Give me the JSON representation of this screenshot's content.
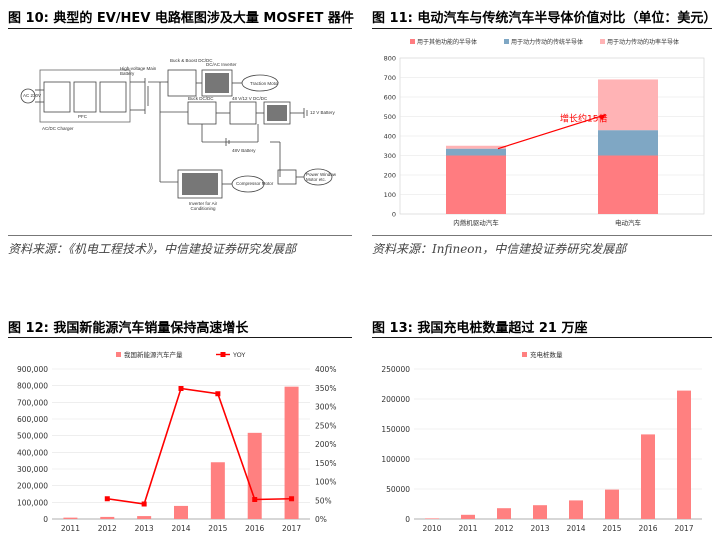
{
  "panels": [
    {
      "title": "图 10: 典型的 EV/HEV 电路框图涉及大量 MOSFET 器件",
      "source": "资料来源：《机电工程技术》，中信建投证券研究发展部"
    },
    {
      "title": "图 11: 电动汽车与传统汽车半导体价值对比（单位：美元）",
      "source": "资料来源：Infineon，中信建投证券研究发展部"
    },
    {
      "title": "图 12: 我国新能源汽车销量保持高速增长",
      "source": ""
    },
    {
      "title": "图 13: 我国充电桩数量超过 21 万座",
      "source": ""
    }
  ],
  "diagram": {
    "labels": {
      "ac_in": "AC 230V",
      "pfc": "PFC",
      "charger": "AC/DC Charger",
      "hv_battery": "High-voltage Main Battery",
      "buck_boost": "Buck & Boost DC/DC",
      "dcdc": "DC/AC Inverter",
      "traction": "Traction Motor",
      "buck": "Buck DC/DC",
      "dc_bus": "48 V/12 V DC/DC",
      "b12": "12 V Battery",
      "b48": "48V Battery",
      "compressor": "Compressor Motor",
      "inverter_ac": "Inverter for Air Conditioning",
      "window": "Power Window Motor etc."
    }
  },
  "chart_data": [
    {
      "type": "bar",
      "stacked": true,
      "categories": [
        "内燃机驱动汽车",
        "电动汽车"
      ],
      "series": [
        {
          "name": "用于其他功能的半导体",
          "values": [
            300,
            300
          ],
          "color": "#ff7c80"
        },
        {
          "name": "用于动力传动的传统半导体",
          "values": [
            35,
            130
          ],
          "color": "#7fa7c4"
        },
        {
          "name": "用于动力传动的功率半导体",
          "values": [
            15,
            260
          ],
          "color": "#ffb3b5"
        }
      ],
      "ylim": [
        0,
        800
      ],
      "yticks": [
        "0",
        "100",
        "200",
        "300",
        "400",
        "500",
        "600",
        "700",
        "800"
      ],
      "grid": true,
      "legend": "top",
      "annotation": "增长约15倍"
    },
    {
      "type": "bar",
      "categories": [
        "2011",
        "2012",
        "2013",
        "2014",
        "2015",
        "2016",
        "2017"
      ],
      "series": [
        {
          "name": "我国新能源汽车产量",
          "values": [
            8159,
            12552,
            17533,
            78499,
            340471,
            517000,
            794000
          ],
          "color": "#ff8080"
        },
        {
          "name": "YOY",
          "type": "line",
          "axis": "right",
          "values": [
            null,
            54,
            40,
            348,
            334,
            52,
            54
          ],
          "color": "#ff0000"
        }
      ],
      "ylim": [
        0,
        900000
      ],
      "yticks": [
        "0",
        "100,000",
        "200,000",
        "300,000",
        "400,000",
        "500,000",
        "600,000",
        "700,000",
        "800,000",
        "900,000"
      ],
      "y2lim": [
        0,
        400
      ],
      "y2ticks": [
        "0%",
        "50%",
        "100%",
        "150%",
        "200%",
        "250%",
        "300%",
        "350%",
        "400%"
      ],
      "grid": true,
      "legend": "top"
    },
    {
      "type": "bar",
      "categories": [
        "2010",
        "2011",
        "2012",
        "2013",
        "2014",
        "2015",
        "2016",
        "2017"
      ],
      "series": [
        {
          "name": "充电桩数量",
          "values": [
            1000,
            7000,
            18000,
            23000,
            31000,
            49000,
            141000,
            214000
          ],
          "color": "#ff8080"
        }
      ],
      "ylim": [
        0,
        250000
      ],
      "yticks": [
        "0",
        "50000",
        "100000",
        "150000",
        "200000",
        "250000"
      ],
      "grid": true,
      "legend": "top"
    }
  ]
}
